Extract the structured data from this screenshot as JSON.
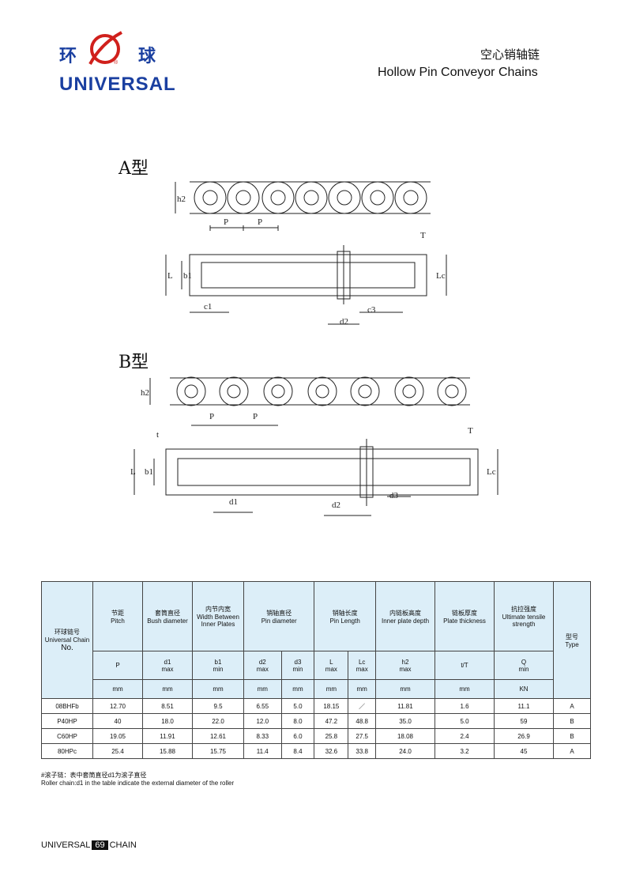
{
  "brand": {
    "cn_left": "环",
    "cn_right": "球",
    "registered": "®",
    "en": "UNIVERSAL"
  },
  "title": {
    "cn": "空心销轴链",
    "en": "Hollow Pin Conveyor Chains"
  },
  "diagram": {
    "typeA": "A型",
    "typeB": "B型",
    "labels": {
      "h2": "h2",
      "P": "P",
      "T": "T",
      "t": "t",
      "b1": "b1",
      "L": "L",
      "Lc": "Lc",
      "d1": "d1",
      "d2": "d2",
      "d3": "d3",
      "c1": "c1",
      "c3": "c3"
    }
  },
  "table": {
    "col_chain_cn": "环球链号",
    "col_chain_en": "Universal Chain",
    "col_chain_no": "No.",
    "columns": [
      {
        "cn": "节距",
        "en": "Pitch",
        "sym": "P",
        "lim": "",
        "unit": "mm"
      },
      {
        "cn": "套筒直径",
        "en": "Bush diameter",
        "sym": "d1",
        "lim": "max",
        "unit": "mm"
      },
      {
        "cn": "内节内宽",
        "en": "Width Between Inner Plates",
        "sym": "b1",
        "lim": "min",
        "unit": "mm"
      },
      {
        "cn": "销轴直径",
        "en": "Pin diameter",
        "sym": "d2",
        "lim": "max",
        "unit": "mm",
        "sym2": "d3",
        "lim2": "min"
      },
      {
        "cn": "销轴长度",
        "en": "Pin Length",
        "sym": "L",
        "lim": "max",
        "unit": "mm",
        "sym2": "Lc",
        "lim2": "max"
      },
      {
        "cn": "内链板高度",
        "en": "Inner plate depth",
        "sym": "h2",
        "lim": "max",
        "unit": "mm"
      },
      {
        "cn": "链板厚度",
        "en": "Plate thickness",
        "sym": "t/T",
        "lim": "",
        "unit": "mm"
      },
      {
        "cn": "抗拉强度",
        "en": "Ultimate tensile strength",
        "sym": "Q",
        "lim": "min",
        "unit": "KN"
      }
    ],
    "col_type_cn": "型号",
    "col_type_en": "Type",
    "rows": [
      [
        "08BHFb",
        "12.70",
        "8.51",
        "9.5",
        "6.55",
        "5.0",
        "18.15",
        "／",
        "11.81",
        "1.6",
        "11.1",
        "A"
      ],
      [
        "P40HP",
        "40",
        "18.0",
        "22.0",
        "12.0",
        "8.0",
        "47.2",
        "48.8",
        "35.0",
        "5.0",
        "59",
        "B"
      ],
      [
        "C60HP",
        "19.05",
        "11.91",
        "12.61",
        "8.33",
        "6.0",
        "25.8",
        "27.5",
        "18.08",
        "2.4",
        "26.9",
        "B"
      ],
      [
        "80HPc",
        "25.4",
        "15.88",
        "15.75",
        "11.4",
        "8.4",
        "32.6",
        "33.8",
        "24.0",
        "3.2",
        "45",
        "A"
      ]
    ]
  },
  "footnote": {
    "cn": "#滚子链：表中套筒直径d1为滚子直径",
    "en": "Roller chain:d1 in the table indicate the external diameter of the roller"
  },
  "footer": {
    "left": "UNIVERSAL",
    "page": "69",
    "right": "CHAIN"
  }
}
